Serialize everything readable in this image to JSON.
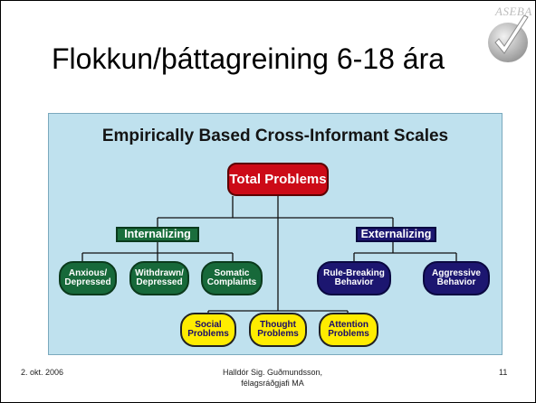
{
  "slide": {
    "title": "Flokkun/þáttagreining 6-18 ára",
    "logo_text": "ASEBA"
  },
  "diagram": {
    "heading": "Empirically Based Cross-Informant Scales",
    "root": {
      "label": "Total Problems",
      "color": "#cc0a17"
    },
    "internalizing": {
      "label": "Internalizing",
      "color": "#1a6e3c",
      "scales": [
        {
          "line1": "Anxious/",
          "line2": "Depressed"
        },
        {
          "line1": "Withdrawn/",
          "line2": "Depressed"
        },
        {
          "line1": "Somatic",
          "line2": "Complaints"
        }
      ]
    },
    "externalizing": {
      "label": "Externalizing",
      "color": "#1c1670",
      "scales": [
        {
          "line1": "Rule-Breaking",
          "line2": "Behavior"
        },
        {
          "line1": "Aggressive",
          "line2": "Behavior"
        }
      ]
    },
    "other_scales": [
      {
        "line1": "Social",
        "line2": "Problems"
      },
      {
        "line1": "Thought",
        "line2": "Problems"
      },
      {
        "line1": "Attention",
        "line2": "Problems"
      }
    ],
    "other_color": "#ffec00"
  },
  "footer": {
    "date": "2. okt. 2006",
    "author_line1": "Halldór Sig. Guðmundsson,",
    "author_line2": "félagsráðgjafi MA",
    "page_number": "11"
  }
}
